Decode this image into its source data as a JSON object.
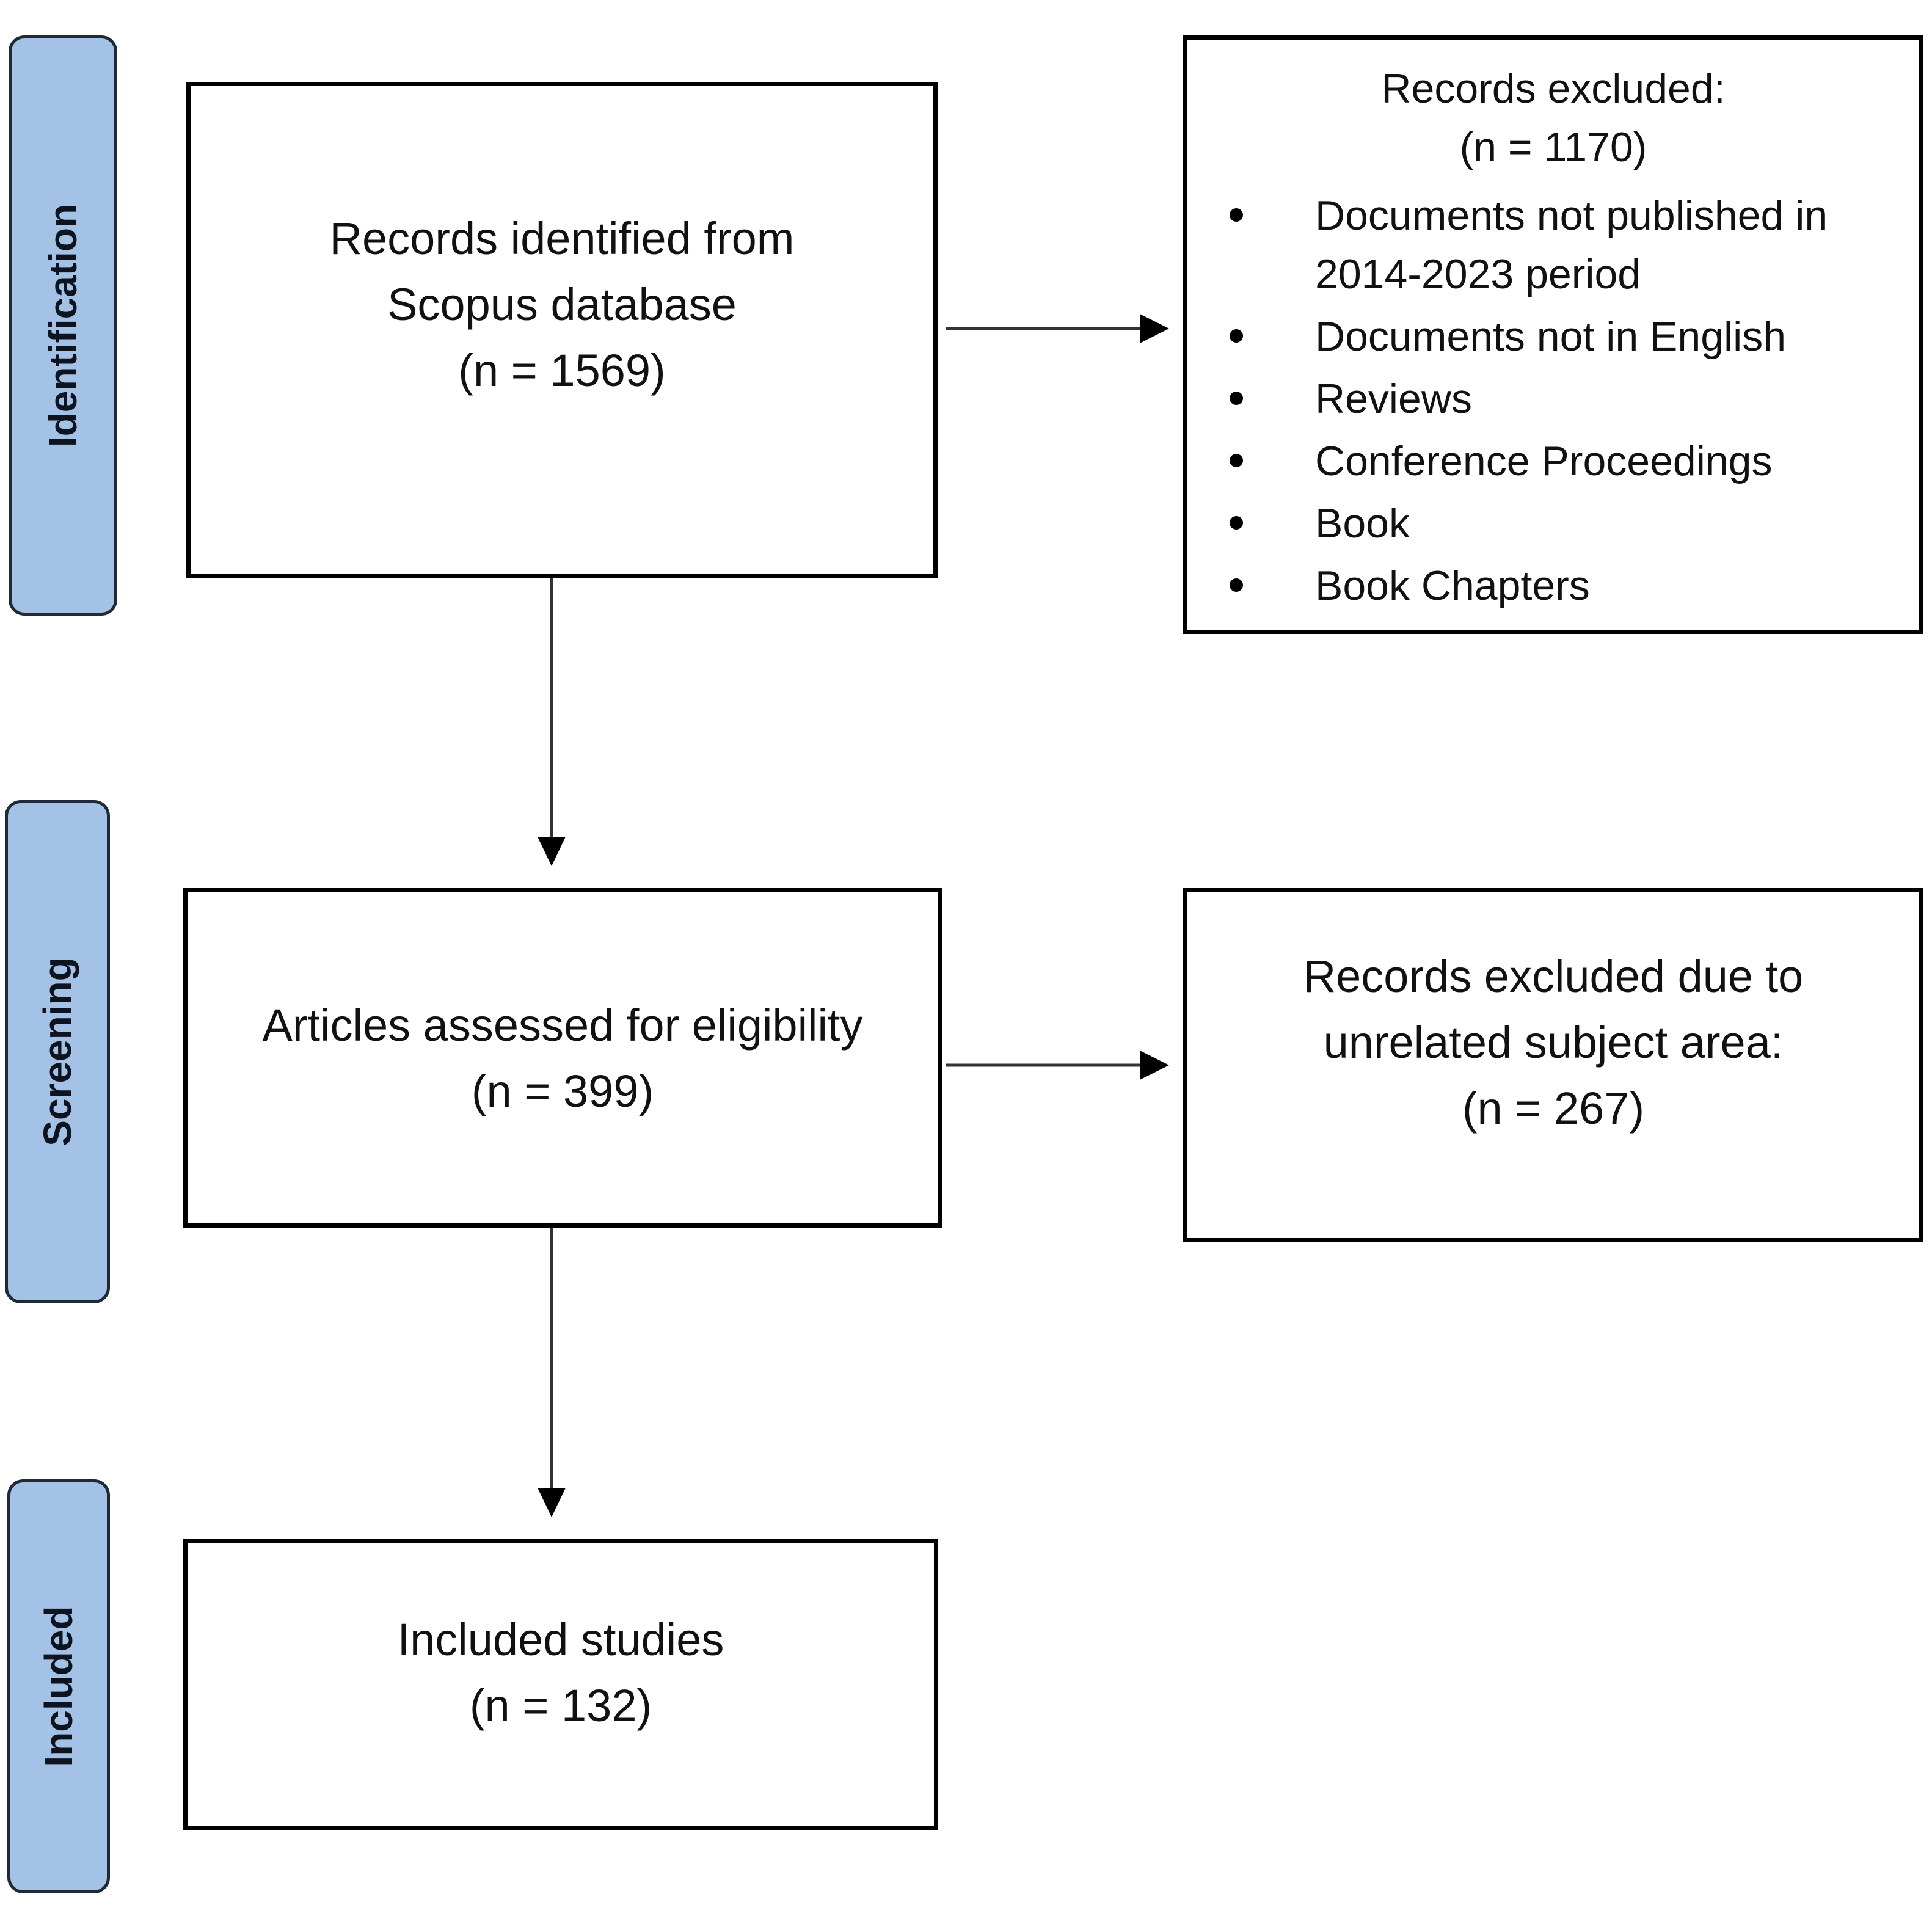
{
  "stages": {
    "identification": "Identification",
    "screening": "Screening",
    "included": "Included"
  },
  "identified": {
    "line1": "Records identified from",
    "line2": "Scopus database",
    "count": "(n = 1569)"
  },
  "excluded_first": {
    "heading": "Records excluded:",
    "count": "(n = 1170)",
    "items": [
      {
        "line1": "Documents not published in",
        "line2": "2014-2023 period"
      },
      {
        "line1": "Documents not in English"
      },
      {
        "line1": "Reviews"
      },
      {
        "line1": "Conference Proceedings"
      },
      {
        "line1": "Book"
      },
      {
        "line1": "Book Chapters"
      }
    ]
  },
  "assessed": {
    "line1": "Articles assessed for eligibility",
    "count": "(n = 399)"
  },
  "excluded_second": {
    "line1": "Records excluded due to",
    "line2": "unrelated subject area:",
    "count": "(n = 267)"
  },
  "included": {
    "line1": "Included studies",
    "count": "(n = 132)"
  }
}
